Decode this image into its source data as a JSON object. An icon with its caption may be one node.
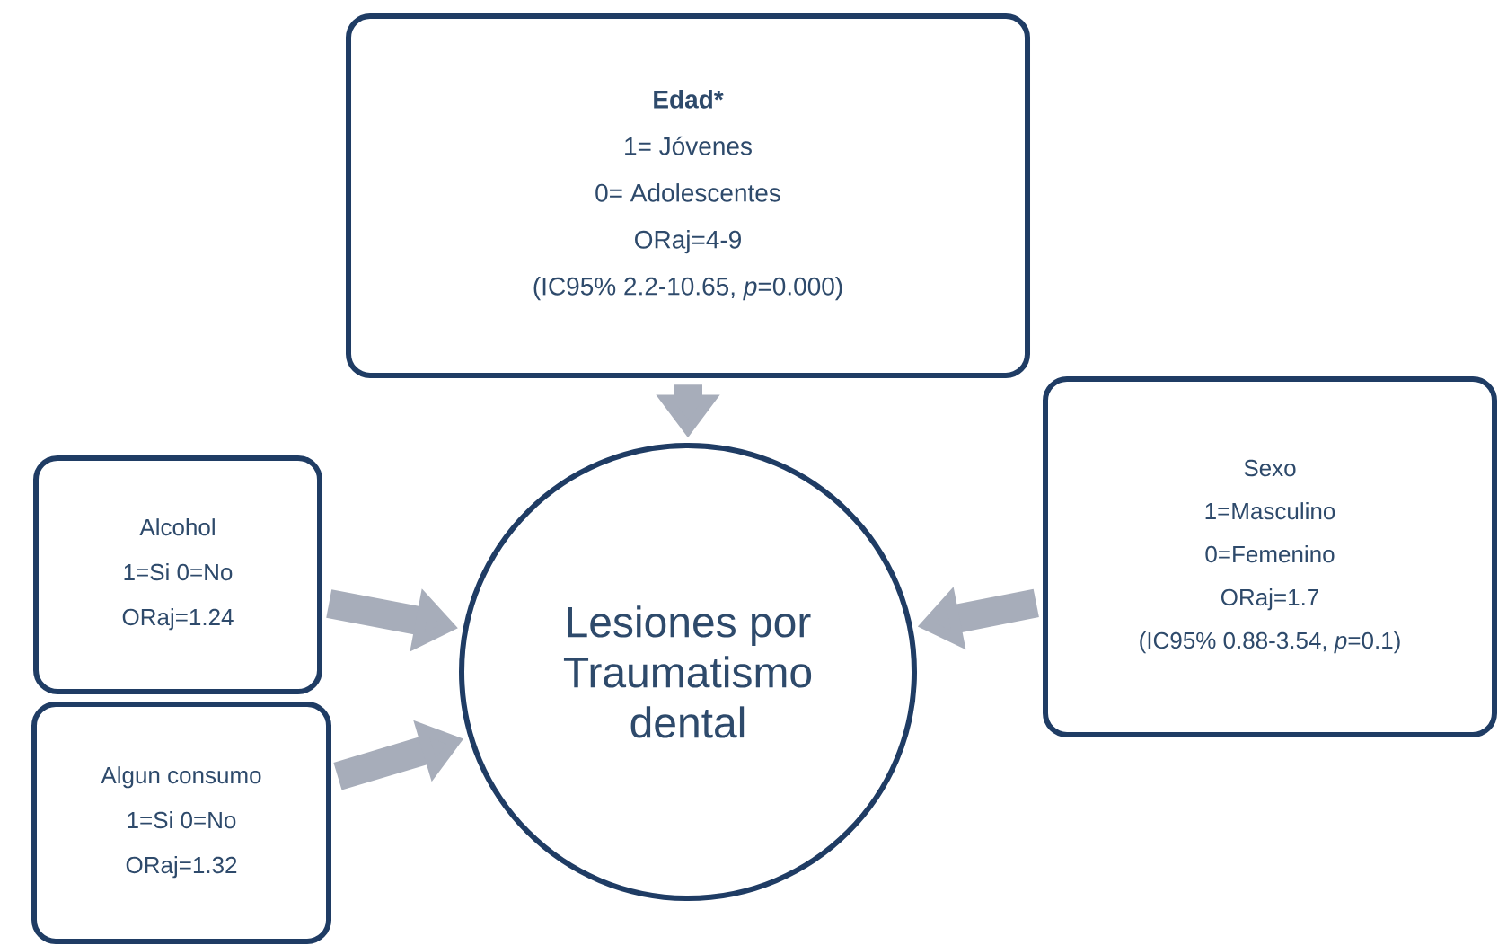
{
  "diagram": {
    "nodes": [
      {
        "text": [
          "Lesiones por Traumatismo dental"
        ]
      },
      {
        "text": [
          "Edad*",
          "1= Jóvenes",
          "0= Adolescentes",
          "ORaj=4-9",
          "(IC95% 2.2-10.65, *p*=0.000)"
        ]
      },
      {
        "text": [
          "Alcohol",
          "1=Si 0=No",
          "ORaj=1.24"
        ]
      },
      {
        "text": [
          "Algun consumo",
          "1=Si 0=No",
          "ORaj=1.32"
        ]
      },
      {
        "text": [
          "Sexo",
          "1=Masculino",
          "0=Femenino",
          "ORaj=1.7",
          "(IC95% 0.88-3.54, *p*=0.1)"
        ]
      }
    ],
    "edges": [
      {
        "from": 1,
        "to": 0,
        "arrow": "to"
      },
      {
        "from": 2,
        "to": 0,
        "arrow": "to"
      },
      {
        "from": 3,
        "to": 0,
        "arrow": "to"
      },
      {
        "from": 4,
        "to": 0,
        "arrow": "to"
      }
    ]
  }
}
